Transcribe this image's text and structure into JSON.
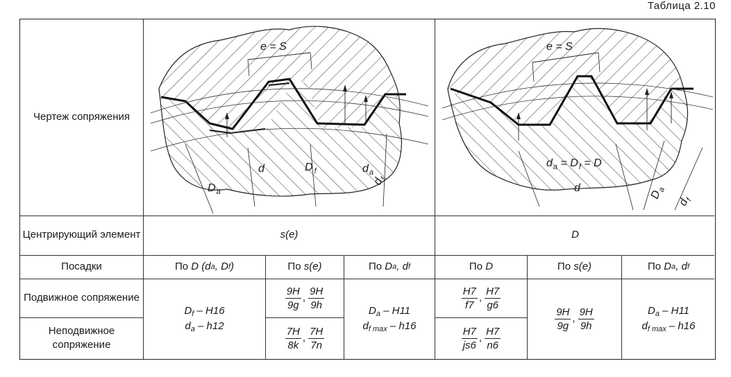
{
  "caption": "Таблица 2.10",
  "rows": {
    "drawing_label": "Чертеж сопряжения",
    "centering_label": "Центрирующий элемент",
    "fits_label": "Посадки",
    "mobile_label": "Подвижное сопряжение",
    "fixed_label": "Неподвижное сопряжение"
  },
  "centering": {
    "left": "s(e)",
    "right": "D"
  },
  "headers": {
    "h1_prefix": "По",
    "h1_main": "D",
    "h1_paren_open": "(d",
    "h1_sub_a": "a",
    "h1_comma": ", D",
    "h1_sub_f": "f",
    "h1_paren_close": ")",
    "h2_prefix": "По",
    "h2_main": "s(e)",
    "h3_prefix": "По",
    "h3_main": "D",
    "h3_sub_a": "a",
    "h3_comma": ", d",
    "h3_sub_f": "f",
    "h4_prefix": "По",
    "h4_main": "D",
    "h5_prefix": "По",
    "h5_main": "s(e)",
    "h6_prefix": "По",
    "h6_main": "D",
    "h6_sub_a": "a",
    "h6_comma": ", d",
    "h6_sub_f": "f"
  },
  "col1": {
    "line1_main": "D",
    "line1_sub": "f",
    "line1_rest": " – H16",
    "line2_main": "d",
    "line2_sub": "a",
    "line2_rest": " – h12"
  },
  "col2": {
    "mobile": [
      {
        "num": "9H",
        "den": "9g"
      },
      {
        "num": "9H",
        "den": "9h"
      }
    ],
    "fixed": [
      {
        "num": "7H",
        "den": "8k"
      },
      {
        "num": "7H",
        "den": "7n"
      }
    ]
  },
  "col3": {
    "line1_main": "D",
    "line1_sub": "a",
    "line1_rest": " – H11",
    "line2_main": "d",
    "line2_sub": "f max",
    "line2_rest": " – h16"
  },
  "col4": {
    "mobile": [
      {
        "num": "H7",
        "den": "f7"
      },
      {
        "num": "H7",
        "den": "g6"
      }
    ],
    "fixed": [
      {
        "num": "H7",
        "den": "js6"
      },
      {
        "num": "H7",
        "den": "n6"
      }
    ]
  },
  "col5": {
    "both": [
      {
        "num": "9H",
        "den": "9g"
      },
      {
        "num": "9H",
        "den": "9h"
      }
    ]
  },
  "col6": {
    "line1_main": "D",
    "line1_sub": "a",
    "line1_rest": " – H11",
    "line2_main": "d",
    "line2_sub": "f max",
    "line2_rest": " – h16"
  },
  "fig_left": {
    "e_eq_s": "e = S",
    "d": "d",
    "Df_main": "D",
    "Df_sub": "f",
    "da_main": "d",
    "da_sub": "a",
    "Da_main": "D",
    "Da_sub": "a",
    "df_main": "d",
    "df_sub": "f"
  },
  "fig_right": {
    "e_eq_s": "e = S",
    "eq_d": "d",
    "eq_d_sub": "a",
    "eq_mid": " = D",
    "eq_mid_sub": "f",
    "eq_end": " = D",
    "d": "d",
    "Da_main": "D",
    "Da_sub": "a",
    "df_main": "d",
    "df_sub": "f"
  },
  "colors": {
    "ink": "#1a1a1a",
    "paper": "#ffffff"
  }
}
